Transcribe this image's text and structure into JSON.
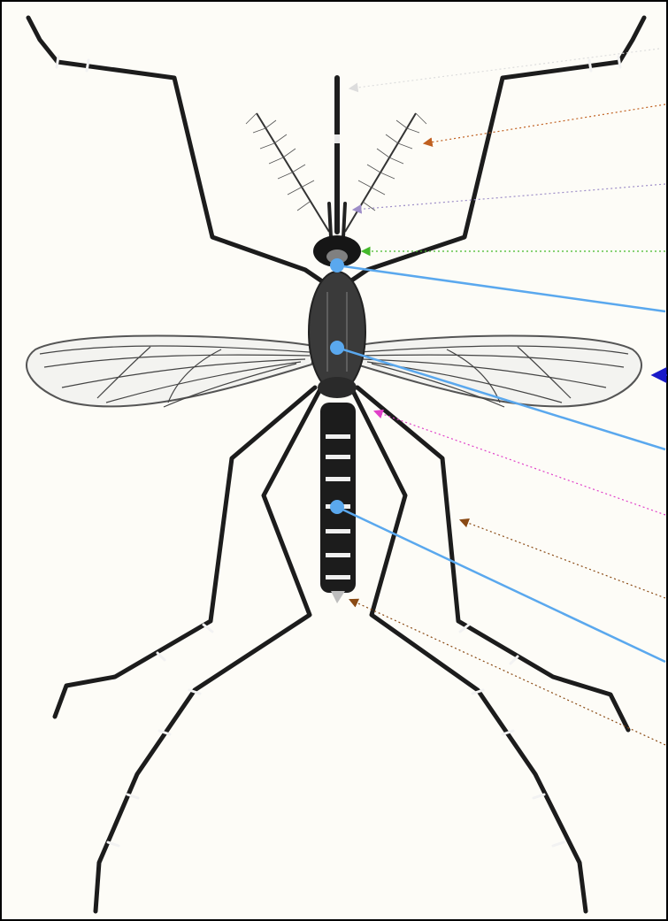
{
  "figure": {
    "subject": "mosquito-anatomy",
    "background_color": "#fdfcf7",
    "frame_color": "#000000",
    "body_color": "#2b2b2b",
    "leg_color": "#1c1c1c",
    "wing_color": "#6e6e6e"
  },
  "annotations": {
    "proboscis": {
      "color": "#dddddd",
      "style": "arrow-dotted"
    },
    "antenna": {
      "color": "#c06020",
      "style": "arrow-dotted"
    },
    "palp": {
      "color": "#9e8ec8",
      "style": "arrow-dotted"
    },
    "compound_eye": {
      "color": "#44b82a",
      "style": "arrow-dotted"
    },
    "head": {
      "color": "#5aa8ee",
      "style": "dot-line"
    },
    "wing": {
      "color": "#1a1ac8",
      "style": "arrow"
    },
    "thorax": {
      "color": "#5aa8ee",
      "style": "dot-line"
    },
    "haltere": {
      "color": "#e040c8",
      "style": "arrow-dotted"
    },
    "leg": {
      "color": "#8a4a14",
      "style": "arrow-dotted"
    },
    "abdomen": {
      "color": "#5aa8ee",
      "style": "dot-line"
    },
    "cerci": {
      "color": "#8a4a14",
      "style": "arrow-dotted"
    }
  }
}
